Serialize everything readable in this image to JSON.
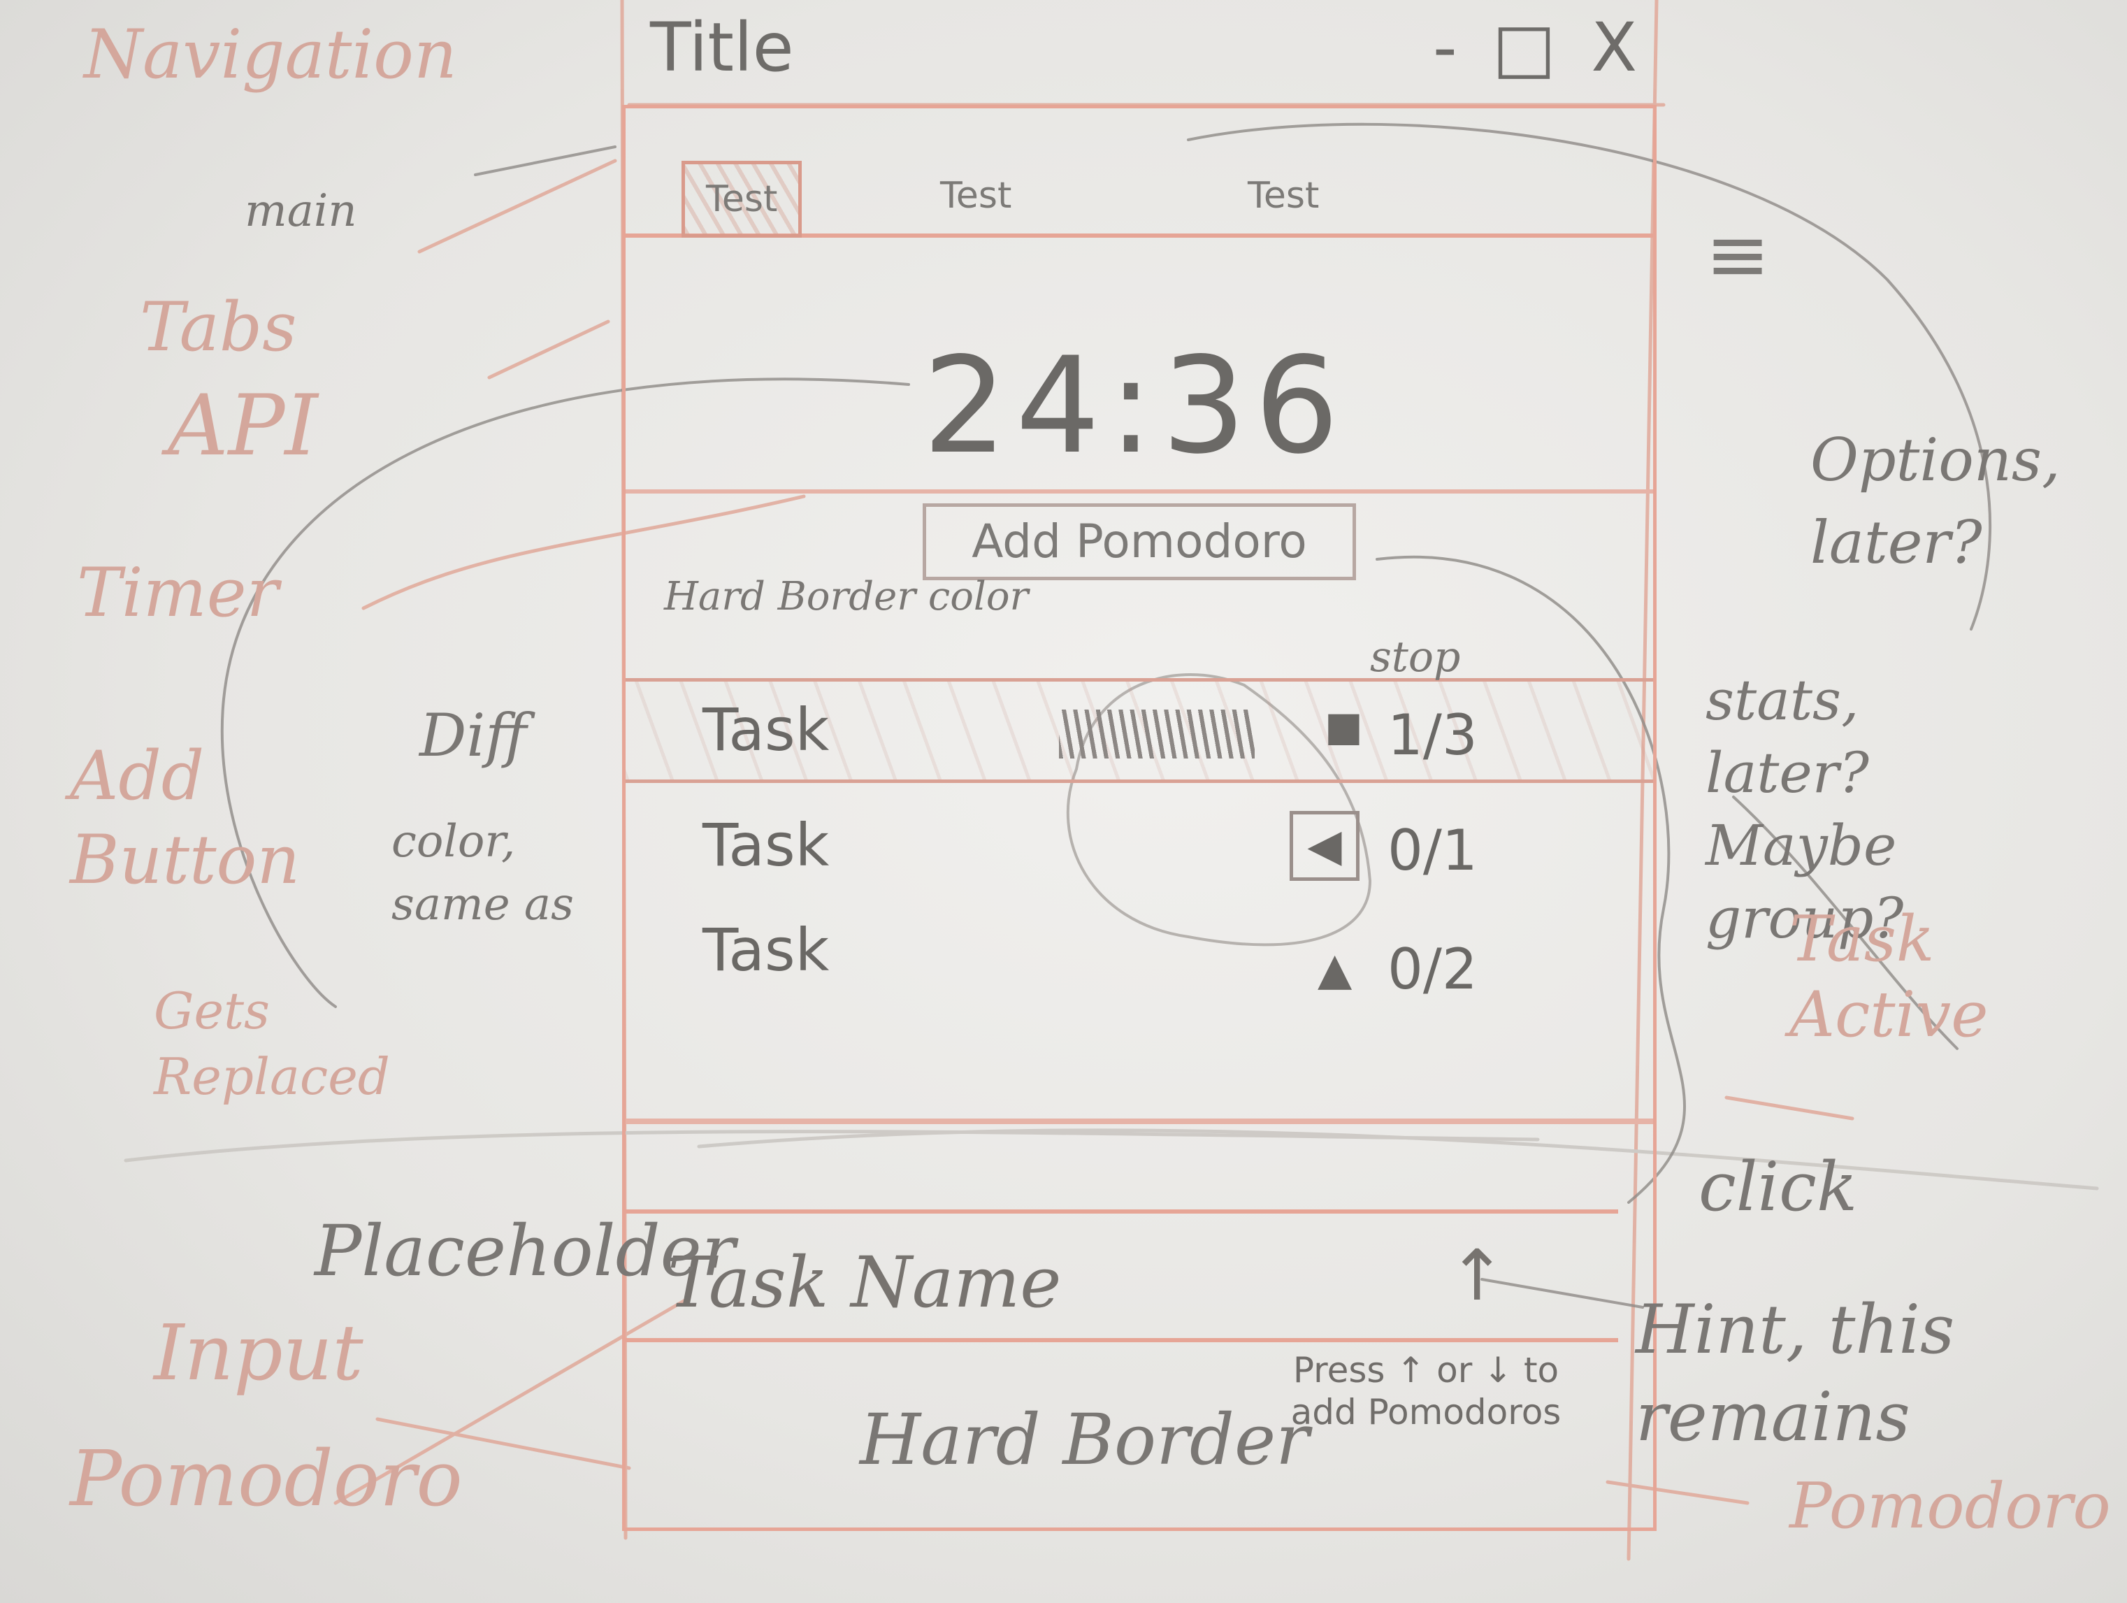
{
  "window": {
    "title": "Title",
    "controls": "- □ X"
  },
  "tabs": [
    {
      "label": "Test",
      "active": true
    },
    {
      "label": "Test",
      "active": false
    },
    {
      "label": "Test",
      "active": false
    }
  ],
  "menu": {
    "icon": "hamburger-icon",
    "glyph": "≡"
  },
  "timer": {
    "display": "24:36"
  },
  "add_button": {
    "label": "Add Pomodoro"
  },
  "tasks": [
    {
      "name": "Task",
      "count": "1/3",
      "icon": "stop-icon",
      "glyph": "■",
      "active": true
    },
    {
      "name": "Task",
      "count": "0/1",
      "icon": "play-icon",
      "glyph": "◀",
      "active": false
    },
    {
      "name": "Task",
      "count": "0/2",
      "icon": "play-icon",
      "glyph": "▲",
      "active": false
    }
  ],
  "input": {
    "placeholder": "Task Name",
    "icon": "arrow-up-icon",
    "glyph": "↑",
    "hint": "Press ↑ or ↓ to add Pomodoros"
  },
  "annotations": {
    "navigation": "Navigation",
    "main": "main",
    "tabs": "Tabs",
    "api": "API",
    "timer": "Timer",
    "add_button": "Add Button",
    "gets_replaced": "Gets Replaced",
    "diff": "Diff",
    "diff_color": "color, same as",
    "hard_border_color": "Hard Border color",
    "stop": "stop",
    "options": "Options, later?",
    "stats": "stats, later? Maybe group?",
    "task_active": "Task Active",
    "click": "click",
    "placeholder": "Placeholder",
    "input": "Input",
    "pomodoro": "Pomodoro",
    "hard_border": "Hard Border",
    "hint_remains": "Hint, this remains",
    "pomodoro_right": "Pomodoro"
  },
  "colors": {
    "pencil_red": "#e6a596",
    "pencil_grey": "#6d6b68",
    "paper": "#ecebe8"
  }
}
